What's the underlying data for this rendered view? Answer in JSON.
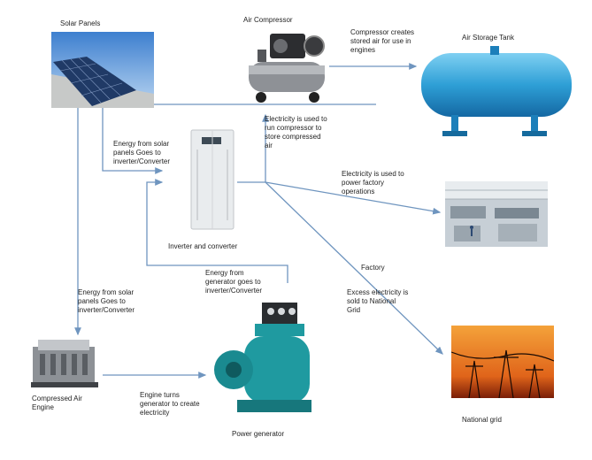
{
  "labels": {
    "solar_panels": "Solar Panels",
    "air_compressor": "Air Compressor",
    "compressor_note": "Compressor creates\nstored air for use in\nengines",
    "air_storage_tank": "Air Storage Tank",
    "electricity_compressor": "Electricity is used to\nrun compressor to\nstore compressed\nair",
    "energy_solar_1": "Energy from solar\npanels Goes to\ninverter/Converter",
    "inverter": "Inverter and converter",
    "electricity_factory": "Electricity is used to\npower factory\noperations",
    "factory": "Factory",
    "energy_generator": "Energy from\ngenerator goes to\ninverter/Converter",
    "energy_solar_2": "Energy from solar\npanels Goes to\ninverter/Converter",
    "excess": "Excess electricity is\nsold to National\nGrid",
    "compressed_air_engine": "Compressed Air\nEngine",
    "engine_turns": "Engine turns\ngenerator to create\nelectricity",
    "power_generator": "Power generator",
    "national_grid": "National grid"
  },
  "colors": {
    "arrow": "#6f95bf",
    "tank": "#2e9fd6",
    "generator": "#1f9aa0",
    "grid_sky": "#e0641a"
  }
}
